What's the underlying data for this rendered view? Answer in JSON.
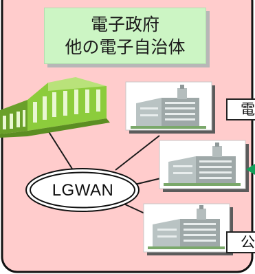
{
  "title_box": {
    "line1": "電子政府",
    "line2": "他の電子自治体"
  },
  "hub": {
    "label": "LGWAN"
  },
  "side_labels": {
    "top": "電",
    "bottom": "公"
  },
  "icons": [
    "government-building-icon",
    "office-building-icon",
    "office-building-icon",
    "office-building-icon",
    "left-arrow-icon"
  ],
  "colors": {
    "panel_background": "#ffcccc",
    "title_box_background": "#ccf5c4",
    "building_green": "#8ccc3c",
    "office_gray": "#9ea8a8",
    "arrow_green": "#11a05a"
  }
}
